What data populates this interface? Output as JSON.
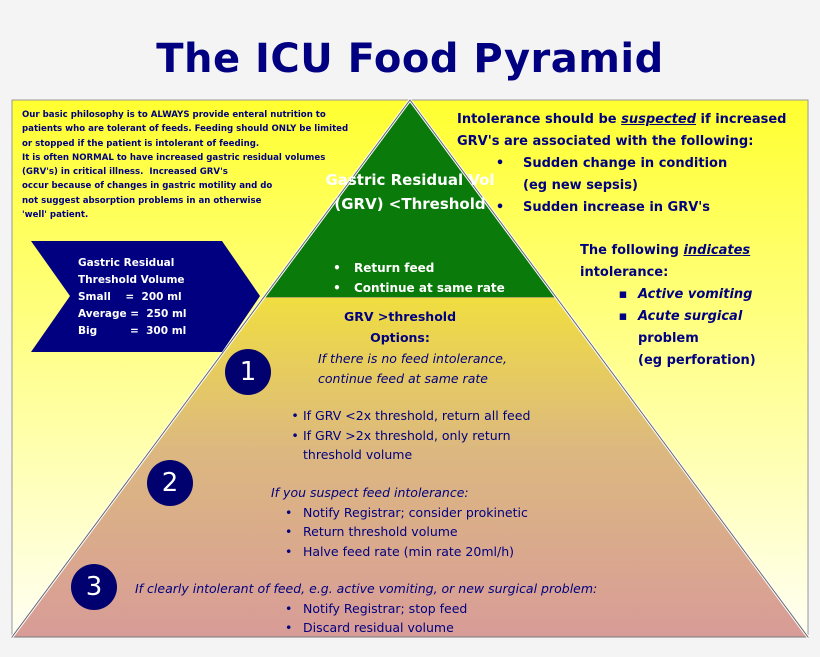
{
  "title": "The ICU Food Pyramid",
  "colors": {
    "navy": "#000080",
    "green": "#0a7a0a",
    "yellow": "#ffff40"
  },
  "philosophy": "Our basic philosophy is to ALWAYS provide enteral nutrition to\npatients who are tolerant of feeds. Feeding should ONLY be limited\nor stopped if the patient is intolerant of feeding.\nIt is often NORMAL to have increased gastric residual volumes\n(GRV's) in critical illness.  Increased GRV's\noccur because of changes in gastric motility and do\nnot suggest absorption problems in an otherwise\n'well' patient.",
  "suspected": {
    "pre": "Intolerance should be ",
    "em": "suspected",
    "post": " if increased",
    "line2": "GRV's are associated with the following:",
    "items": [
      "Sudden change in condition",
      "(eg new sepsis)",
      "Sudden increase in GRV's"
    ]
  },
  "indicates": {
    "pre": "The following ",
    "em": "indicates",
    "line2": "intolerance:",
    "items": [
      "Active vomiting",
      "Acute surgical",
      "problem",
      "(eg perforation)"
    ]
  },
  "threshold_box": "Gastric Residual\nThreshold Volume\nSmall    =  200 ml\nAverage =  250 ml\nBig         =  300 ml",
  "top_tier": {
    "title": "Gastric Residual Vol (GRV) <Threshold",
    "items": [
      "Return feed",
      "Continue at same rate"
    ]
  },
  "options": {
    "heading": "GRV >threshold",
    "sub": "Options:"
  },
  "steps": [
    {
      "number": "1",
      "lines": [
        "If there is no feed intolerance,",
        "continue feed at same rate"
      ],
      "items": [
        "If GRV <2x threshold, return all feed",
        "If GRV >2x threshold, only return",
        "threshold volume"
      ]
    },
    {
      "number": "2",
      "intro": "If you suspect feed intolerance:",
      "items": [
        "Notify Registrar; consider prokinetic",
        "Return threshold volume",
        "Halve feed rate (min rate 20ml/h)"
      ]
    },
    {
      "number": "3",
      "intro": "If clearly intolerant of feed, e.g. active vomiting, or new surgical problem:",
      "items": [
        "Notify Registrar; stop feed",
        "Discard residual volume"
      ]
    }
  ]
}
